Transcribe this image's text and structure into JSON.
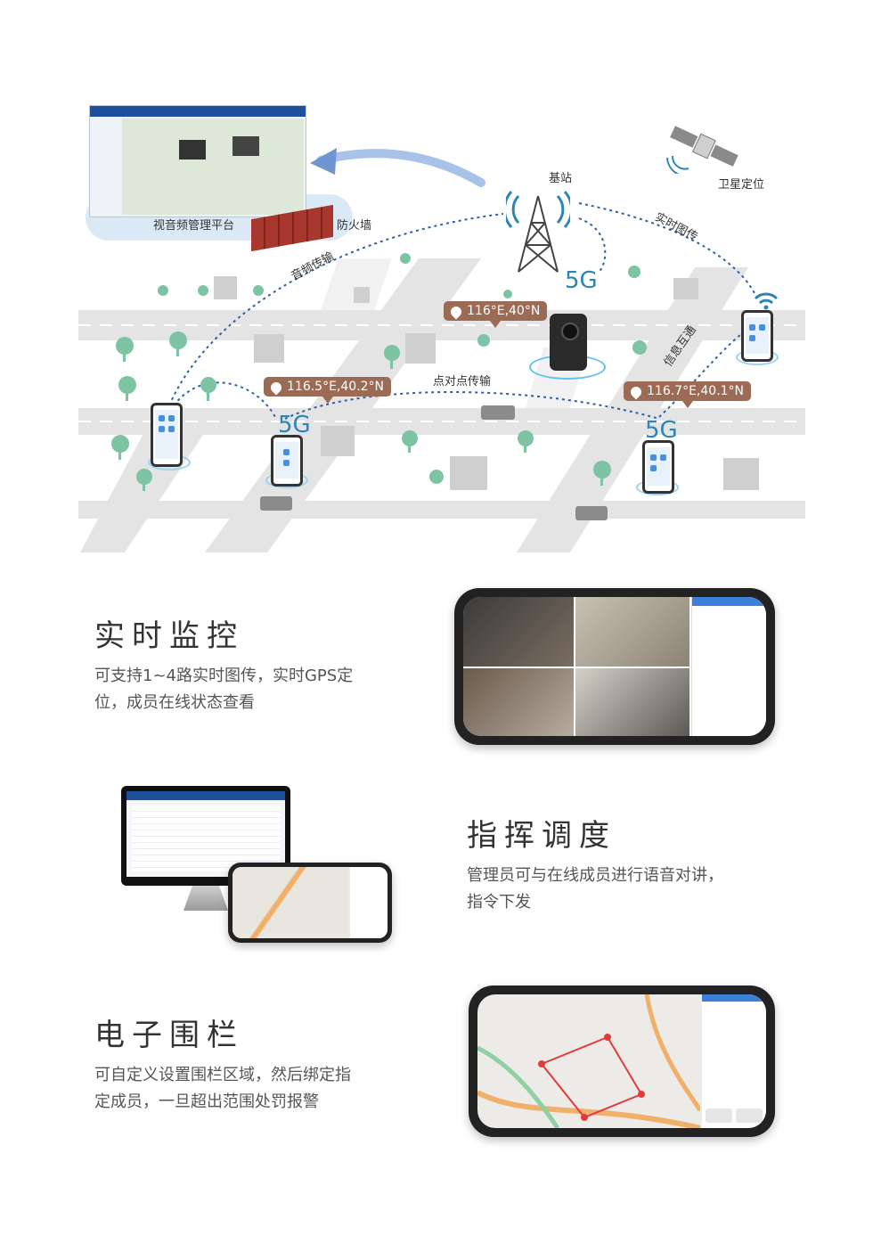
{
  "diagram": {
    "platform_label": "视音频管理平台",
    "firewall_label": "防火墙",
    "base_station_label": "基站",
    "satellite_label": "卫星定位",
    "audio_label": "音频传输",
    "realtime_label": "实时图传",
    "info_label": "信息互通",
    "p2p_label": "点对点传输",
    "g5_main": "5G",
    "g5_left": "5G",
    "g5_right": "5G",
    "coord_center": "116°E,40°N",
    "coord_left": "116.5°E,40.2°N",
    "coord_right": "116.7°E,40.1°N"
  },
  "sections": {
    "monitor": {
      "title": "实时监控",
      "desc_line1": "可支持1~4路实时图传，实时GPS定",
      "desc_line2": "位，成员在线状态查看"
    },
    "dispatch": {
      "title": "指挥调度",
      "desc_line1": "管理员可与在线成员进行语音对讲，",
      "desc_line2": "指令下发"
    },
    "fence": {
      "title": "电子围栏",
      "desc_line1": "可自定义设置围栏区域，然后绑定指",
      "desc_line2": "定成员，一旦超出范围处罚报警"
    }
  },
  "colors": {
    "pin": "#9b6b55",
    "accent_blue": "#2b86b8",
    "road": "#e6e6e6",
    "tree": "#7cc4a3"
  }
}
